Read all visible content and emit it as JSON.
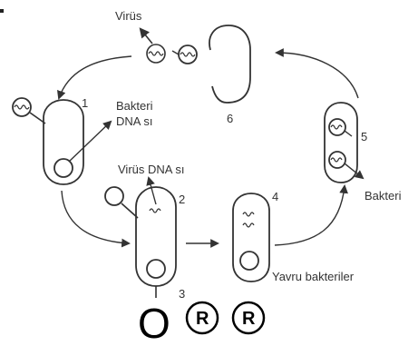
{
  "labels": {
    "virus": "Virüs",
    "bacteria_dna_line1": "Bakteri",
    "bacteria_dna_line2": "DNA sı",
    "virus_dna": "Virüs DNA sı",
    "bacteria": "Bakteri",
    "offspring_bacteria": "Yavru bakteriler"
  },
  "steps": [
    "1",
    "2",
    "3",
    "4",
    "5",
    "6"
  ],
  "footer": {
    "letter": "O",
    "mark1": "R",
    "mark2": "R"
  }
}
